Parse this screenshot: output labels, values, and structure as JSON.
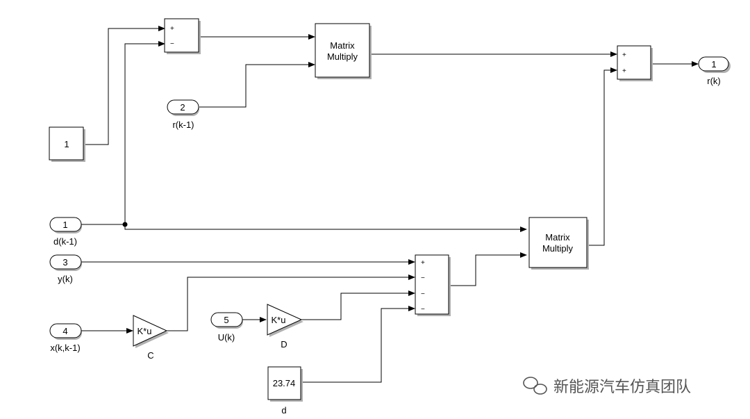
{
  "constants": {
    "one": "1",
    "d_value": "23.74",
    "d_label": "d"
  },
  "inports": [
    {
      "num": "1",
      "label": "d(k-1)"
    },
    {
      "num": "2",
      "label": "r(k-1)"
    },
    {
      "num": "3",
      "label": "y(k)"
    },
    {
      "num": "4",
      "label": "x(k,k-1)"
    },
    {
      "num": "5",
      "label": "U(k)"
    }
  ],
  "outport": {
    "num": "1",
    "label": "r(k)"
  },
  "gains": [
    {
      "text": "K*u",
      "label": "C"
    },
    {
      "text": "K*u",
      "label": "D"
    }
  ],
  "products": [
    {
      "line1": "Matrix",
      "line2": "Multiply"
    },
    {
      "line1": "Matrix",
      "line2": "Multiply"
    }
  ],
  "sums": {
    "sum1": [
      "+",
      "−"
    ],
    "sum2": [
      "+",
      "+"
    ],
    "sum3": [
      "+",
      "−",
      "−",
      "−"
    ]
  },
  "watermark": "新能源汽车仿真团队"
}
